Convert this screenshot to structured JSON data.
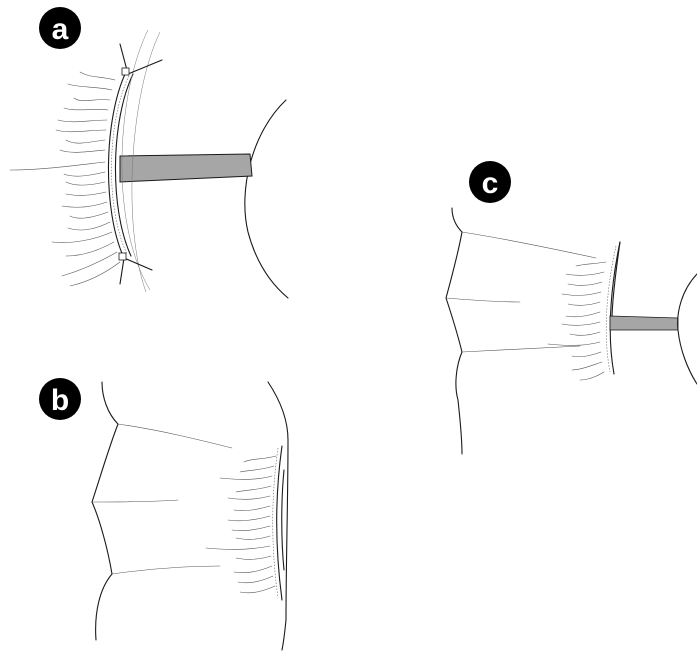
{
  "panels": [
    {
      "id": "a",
      "label": "a"
    },
    {
      "id": "b",
      "label": "b"
    },
    {
      "id": "c",
      "label": "c"
    }
  ],
  "colors": {
    "badge": "#000000",
    "badge_text": "#ffffff",
    "rod": "#a6a6a6",
    "outline": "#1a1a1a"
  }
}
